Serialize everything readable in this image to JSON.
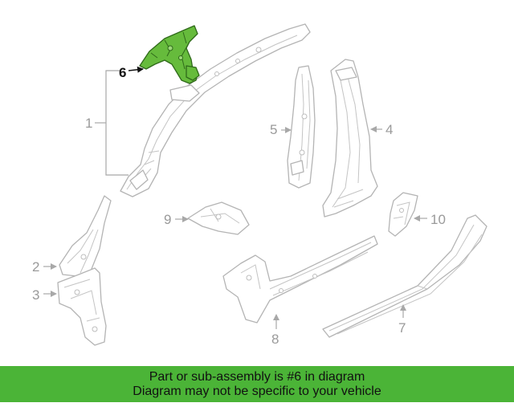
{
  "banner": {
    "line1": "Part or sub-assembly is #6 in diagram",
    "line2": "Diagram may not be specific to your vehicle"
  },
  "callouts": {
    "c1": "1",
    "c2": "2",
    "c3": "3",
    "c4": "4",
    "c5": "5",
    "c6": "6",
    "c7": "7",
    "c8": "8",
    "c9": "9",
    "c10": "10"
  },
  "colors": {
    "highlight": "#66bb3c",
    "banner": "#4bb437",
    "line": "#b4b4b4"
  }
}
